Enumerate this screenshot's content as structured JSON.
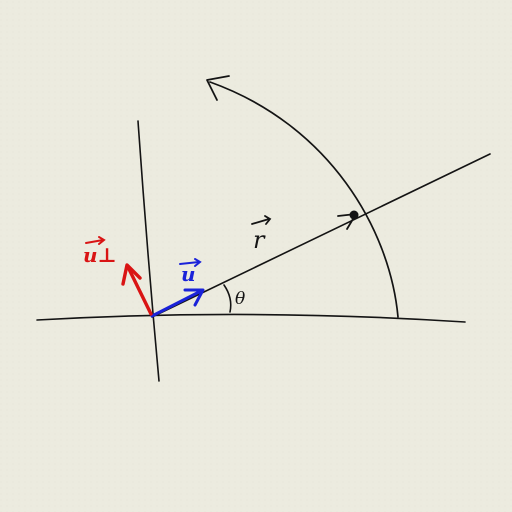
{
  "labels": {
    "u_perp": "u⊥",
    "u": "u",
    "r": "r",
    "theta": "θ"
  },
  "colors": {
    "background": "#ecebdf",
    "ink": "#141414",
    "u_vector": "#1a22d9",
    "u_perp_vector": "#d91414"
  }
}
